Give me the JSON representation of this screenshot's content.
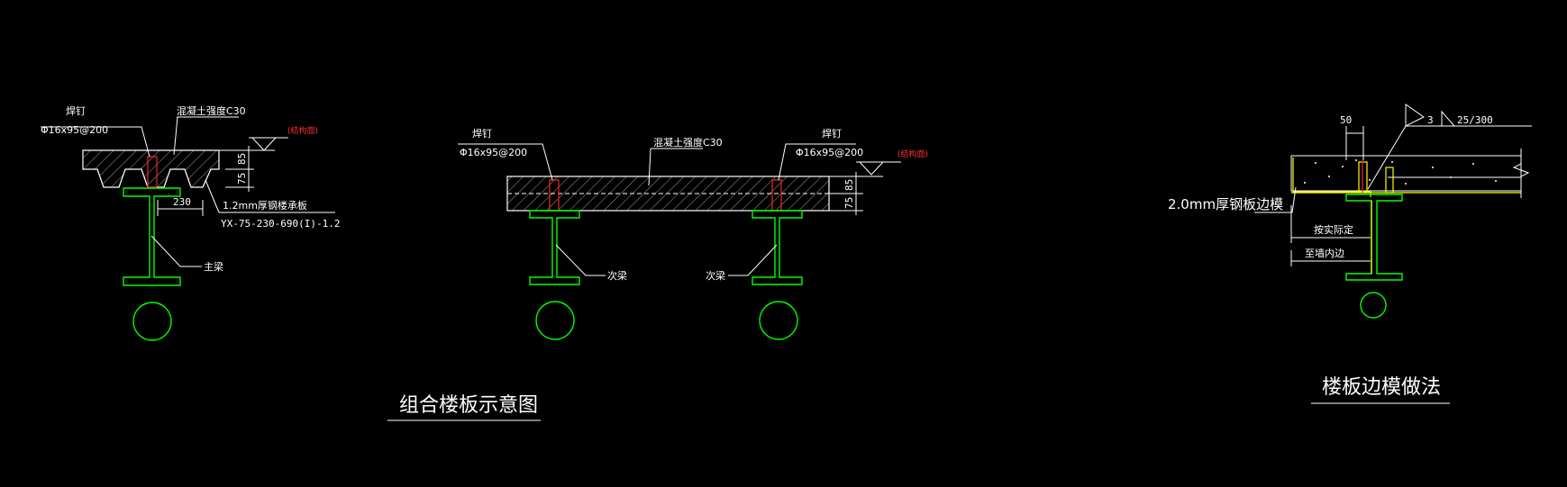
{
  "colors": {
    "background": "#000000",
    "steel": "#00ff00",
    "annotation": "#ffffff",
    "level_mark": "#ff3030",
    "deck_edge": "#ffff00"
  },
  "section_left": {
    "stud_label": "焊钉",
    "stud_spec": "Φ16x95@200",
    "concrete_label": "混凝土强度C30",
    "level_label": "(结构面)",
    "dim_top": "85",
    "dim_bottom": "75",
    "rib_spacing": "230",
    "deck_label": "1.2mm厚钢楼承板",
    "deck_model": "YX-75-230-690(I)-1.2",
    "beam_label": "主梁"
  },
  "section_middle": {
    "stud_label_left": "焊钉",
    "stud_spec_left": "Φ16x95@200",
    "concrete_label": "混凝土强度C30",
    "stud_label_right": "焊钉",
    "stud_spec_right": "Φ16x95@200",
    "level_label": "(结构面)",
    "dim_top": "85",
    "dim_bottom": "75",
    "beam_label_left": "次梁",
    "beam_label_right": "次梁"
  },
  "section_right": {
    "dim_50": "50",
    "weld_size": "3",
    "weld_spec": "25/300",
    "edge_form_label": "2.0mm厚钢板边模",
    "determine_label": "按实际定",
    "to_wall_label": "至墙内边"
  },
  "titles": {
    "composite_slab": "组合楼板示意图",
    "slab_edge_form": "楼板边模做法"
  }
}
